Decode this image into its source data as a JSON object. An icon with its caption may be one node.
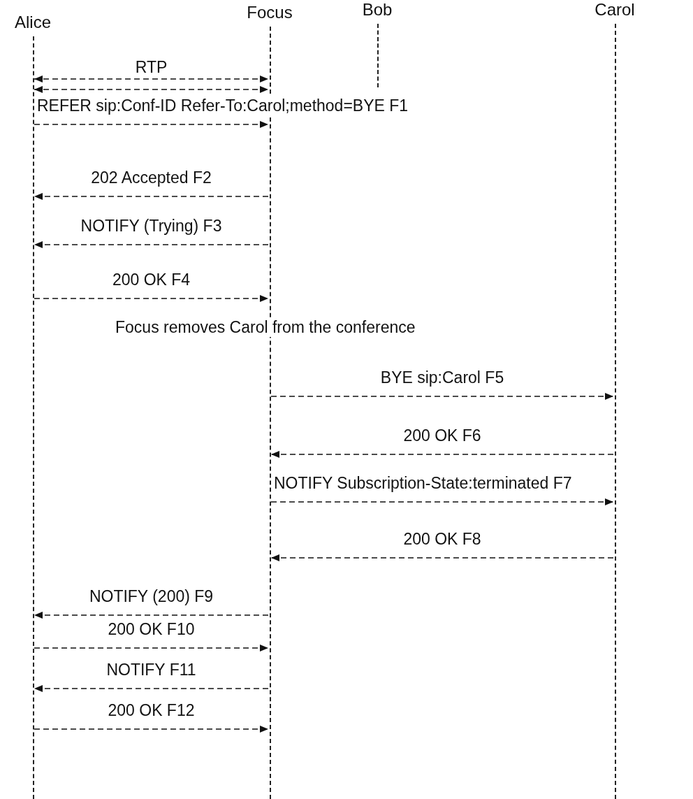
{
  "diagram": {
    "nodes": [
      {
        "text": [
          "Alice"
        ]
      },
      {
        "text": [
          "Focus"
        ]
      },
      {
        "text": [
          "Bob"
        ]
      },
      {
        "text": [
          "Carol"
        ]
      }
    ],
    "edges": [
      {
        "from": 0,
        "to": 1,
        "arrow": "both",
        "label": "RTP",
        "style": "dashed"
      },
      {
        "from": 0,
        "to": 1,
        "arrow": "both",
        "style": "dashed"
      },
      {
        "from": 0,
        "to": 1,
        "arrow": "to",
        "label": "REFER sip:Conf-ID Refer-To:Carol;method=BYE F1",
        "style": "dashed"
      },
      {
        "from": 1,
        "to": 0,
        "arrow": "to",
        "label": "202 Accepted F2",
        "style": "dashed"
      },
      {
        "from": 1,
        "to": 0,
        "arrow": "to",
        "label": "NOTIFY (Trying) F3",
        "style": "dashed"
      },
      {
        "from": 0,
        "to": 1,
        "arrow": "to",
        "label": "200 OK F4",
        "style": "dashed"
      },
      {
        "from": 1,
        "to": 3,
        "arrow": "to",
        "label": "BYE sip:Carol F5",
        "style": "dashed"
      },
      {
        "from": 3,
        "to": 1,
        "arrow": "to",
        "label": "200 OK F6",
        "style": "dashed"
      },
      {
        "from": 1,
        "to": 3,
        "arrow": "to",
        "label": "NOTIFY Subscription-State:terminated F7",
        "style": "dashed"
      },
      {
        "from": 3,
        "to": 1,
        "arrow": "to",
        "label": "200 OK F8",
        "style": "dashed"
      },
      {
        "from": 1,
        "to": 0,
        "arrow": "to",
        "label": "NOTIFY (200) F9",
        "style": "dashed"
      },
      {
        "from": 0,
        "to": 1,
        "arrow": "to",
        "label": "200 OK F10",
        "style": "dashed"
      },
      {
        "from": 1,
        "to": 0,
        "arrow": "to",
        "label": "NOTIFY  F11",
        "style": "dashed"
      },
      {
        "from": 0,
        "to": 1,
        "arrow": "to",
        "label": "200 OK F12",
        "style": "dashed"
      }
    ],
    "labels": [
      "Focus removes Carol from the conference"
    ]
  }
}
